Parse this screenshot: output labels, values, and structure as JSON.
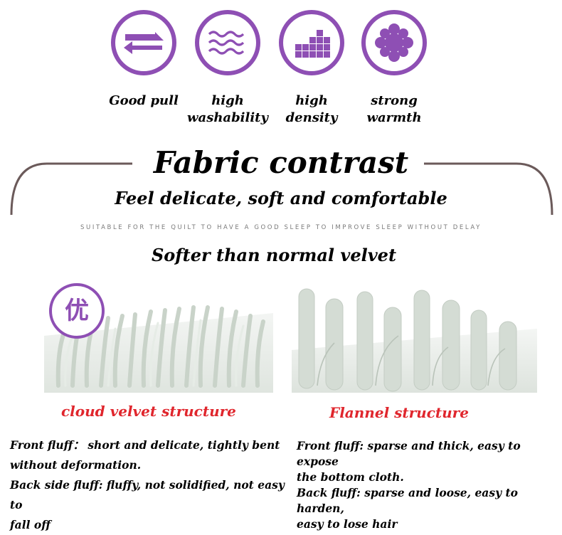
{
  "features": [
    {
      "icon": "arrows-exchange-icon",
      "label": "Good pull"
    },
    {
      "icon": "waves-icon",
      "label": "high washability"
    },
    {
      "icon": "blocks-density-icon",
      "label": "high density"
    },
    {
      "icon": "flower-warmth-icon",
      "label": "strong warmth"
    }
  ],
  "colors": {
    "accent": "#8e4fb4",
    "highlight": "#e0262d",
    "frame": "#6b5a5a"
  },
  "heading": {
    "title": "Fabric contrast",
    "subtitle": "Feel delicate, soft and comfortable",
    "tagline": "SUITABLE FOR THE QUILT TO HAVE A GOOD SLEEP TO IMPROVE SLEEP WITHOUT DELAY"
  },
  "comparison": {
    "title": "Softer than normal velvet",
    "badge_char": "优",
    "left": {
      "label": "cloud velvet structure",
      "lines": [
        "Front fluff： short and delicate, tightly bent",
        "without deformation.",
        "Back side fluff: fluffy, not solidified, not easy to",
        "fall off"
      ]
    },
    "right": {
      "label": "Flannel structure",
      "lines": [
        "Front fluff: sparse and thick, easy to expose",
        "the bottom cloth.",
        "Back fluff: sparse and loose, easy to harden,",
        "easy to lose hair"
      ]
    }
  }
}
